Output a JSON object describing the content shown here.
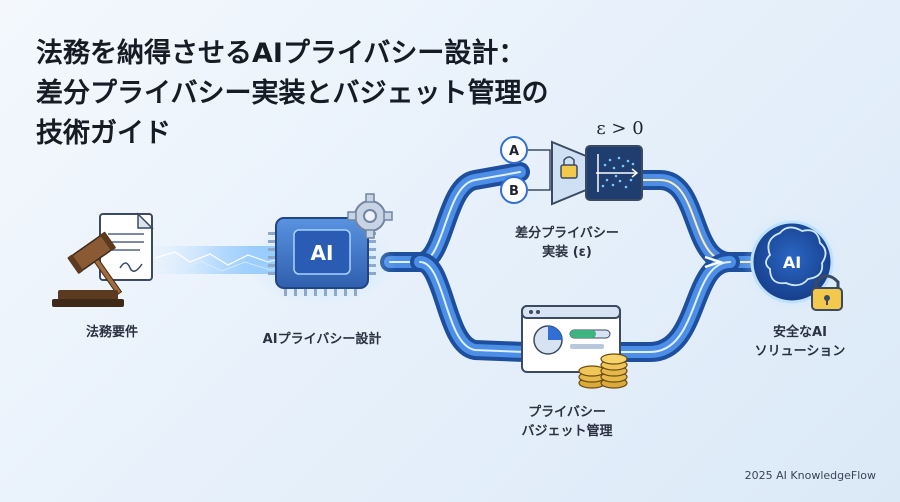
{
  "title": {
    "line1": "法務を納得させるAIプライバシー設計：",
    "line2": "差分プライバシー実装とバジェット管理の",
    "line3": "技術ガイド"
  },
  "nodes": {
    "legal": "法務要件",
    "ai_design": "AIプライバシー設計",
    "dp_line1": "差分プライバシー",
    "dp_line2": "実装 (ε)",
    "budget_line1": "プライバシー",
    "budget_line2": "バジェット管理",
    "safe_line1": "安全なAI",
    "safe_line2": "ソリューション"
  },
  "glyphs": {
    "chip": "AI",
    "brain": "AI",
    "input_a": "A",
    "input_b": "B",
    "epsilon": "ε > 0"
  },
  "footer": "2025 AI KnowledgeFlow",
  "colors": {
    "accent": "#2f6fd6",
    "flow": "#1d58b8",
    "glow": "#7ec4ff",
    "chip": "#3d73c7"
  }
}
